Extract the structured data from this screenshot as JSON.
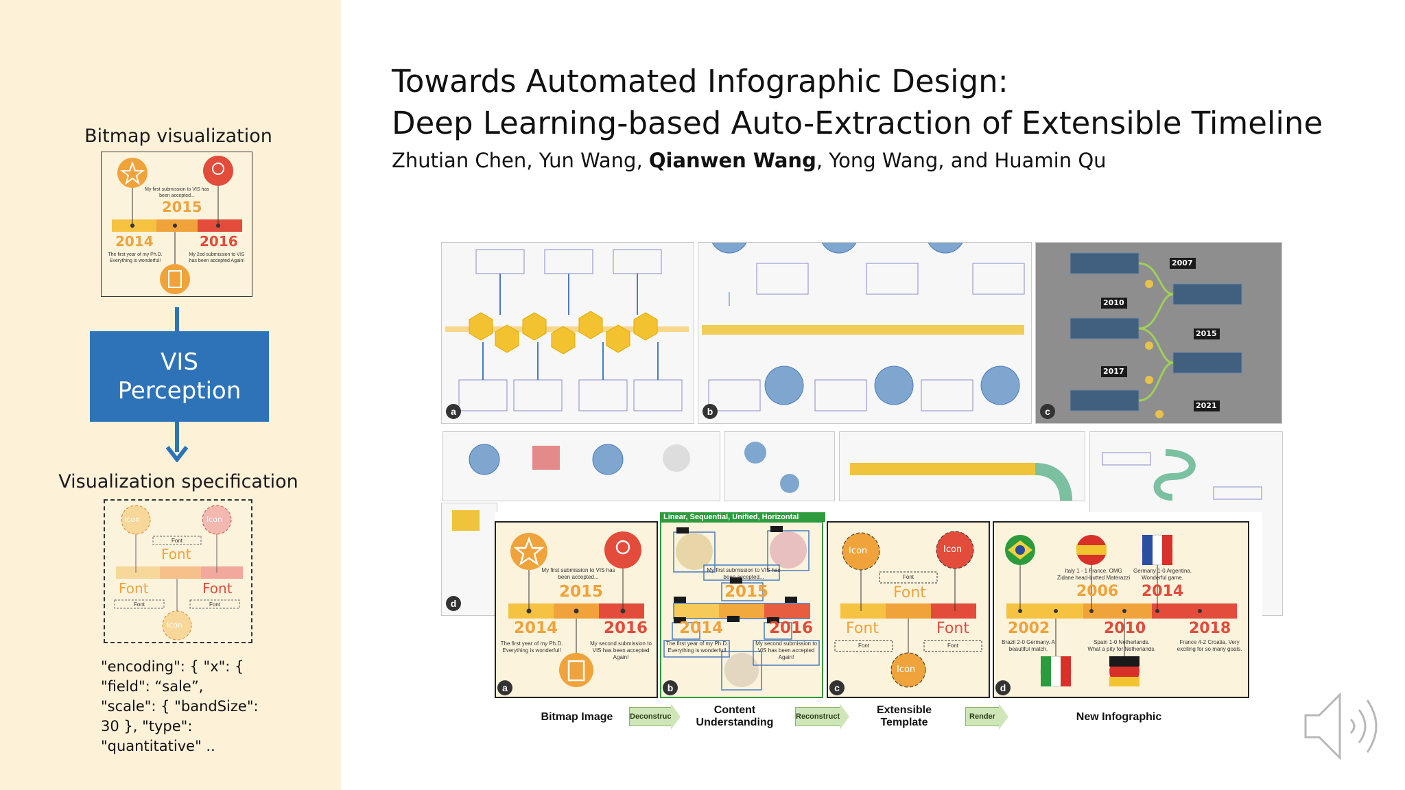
{
  "sidebar": {
    "bitmap_label": "Bitmap visualization",
    "vis_line1": "VIS",
    "vis_line2": "Perception",
    "spec_label": "Visualization specification",
    "code": "\"encoding\": { \"x\": {\n\"field\": “sale”,\n\"scale\": { \"bandSize\":\n30 }, \"type\":\n\"quantitative\" ..",
    "bitmap_thumb": {
      "year_center": "2015",
      "year_left": "2014",
      "year_right": "2016",
      "text_center": "My first submission to VIS has been accepted...",
      "text_left": "The first year of my Ph.D. Everything is wonderful!",
      "text_right": "My 2ed submission to VIS has been accepted Again!"
    },
    "spec_thumb": {
      "icon": "Icon",
      "font_big": "Font",
      "font_small": "Font"
    }
  },
  "paper": {
    "title_line1": "Towards Automated Infographic Design:",
    "title_line2": "Deep Learning-based Auto-Extraction of Extensible Timeline",
    "authors_before": "Zhutian Chen, Yun Wang, ",
    "authors_bold": "Qianwen Wang",
    "authors_after": ", Yong Wang, and Huamin Qu"
  },
  "figure": {
    "panel_labels": [
      "a",
      "b",
      "c",
      "d"
    ],
    "dark_years": [
      "2007",
      "2010",
      "2015",
      "2017",
      "2021"
    ],
    "pipeline": {
      "banner": "Linear, Sequential, Unified, Horizontal",
      "stage_labels": [
        "Bitmap Image",
        "Content\nUnderstanding",
        "Extensible\nTemplate",
        "New Infographic"
      ],
      "arrow_labels": [
        "Deconstruct",
        "Reconstruct",
        "Render"
      ],
      "box_a": {
        "y2015": "2015",
        "y2014": "2014",
        "y2016": "2016",
        "t_center": "My first submission to VIS has been accepted...",
        "t_left": "The first year of my Ph.D. Everything is wonderful!",
        "t_right": "My second submission to VIS has been accepted Again!"
      },
      "box_c": {
        "icon": "Icon",
        "font": "Font"
      },
      "box_d": {
        "y2006": "2006",
        "y2014": "2014",
        "y2002": "2002",
        "y2010": "2010",
        "y2018": "2018",
        "t2006": "Italy 1 - 1 France. OMG Zidane head-butted Materazzi",
        "t2014": "Germany 1-0 Argentina. Wonderful game.",
        "t2002": "Brazil 2-0 Germany. A beautiful match.",
        "t2010": "Spain 1-0 Netherlands. What a pity for Netherlands.",
        "t2018": "France 4-2 Croatia. Very exciting for so many goals."
      }
    }
  },
  "colors": {
    "sidebar_bg": "#fdf1d8",
    "vis_box": "#2e73b8",
    "orange": "#f0a33a",
    "red": "#e34b3b",
    "yellow": "#f5c242"
  }
}
